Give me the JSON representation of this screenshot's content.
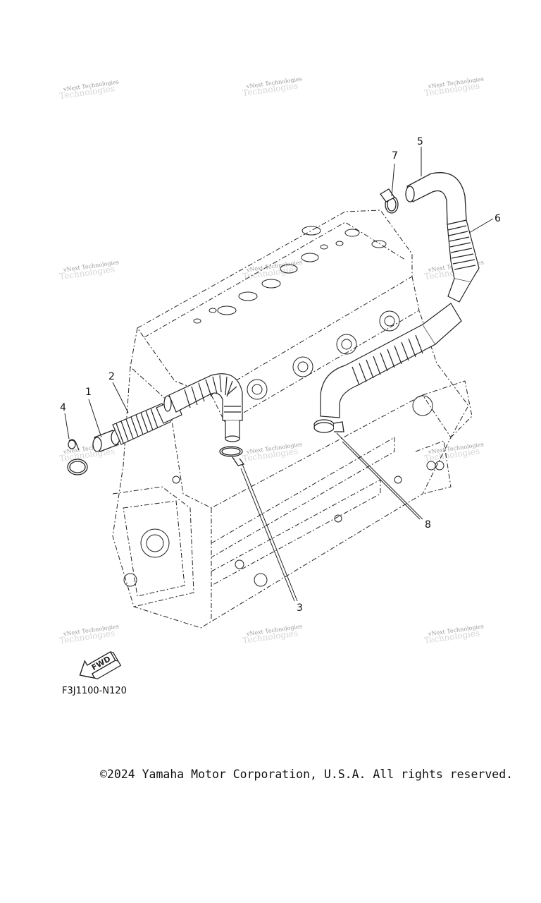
{
  "diagram": {
    "watermark_text": "vNext Technologies",
    "callouts": [
      "1",
      "2",
      "3",
      "4",
      "5",
      "6",
      "7",
      "8"
    ],
    "fwd_label": "FWD",
    "part_code": "F3J1100-N120"
  },
  "footer": {
    "copyright": "©2024 Yamaha Motor Corporation, U.S.A. All rights reserved."
  },
  "colors": {
    "line": "#222222",
    "watermark": "#9a9a9a"
  }
}
